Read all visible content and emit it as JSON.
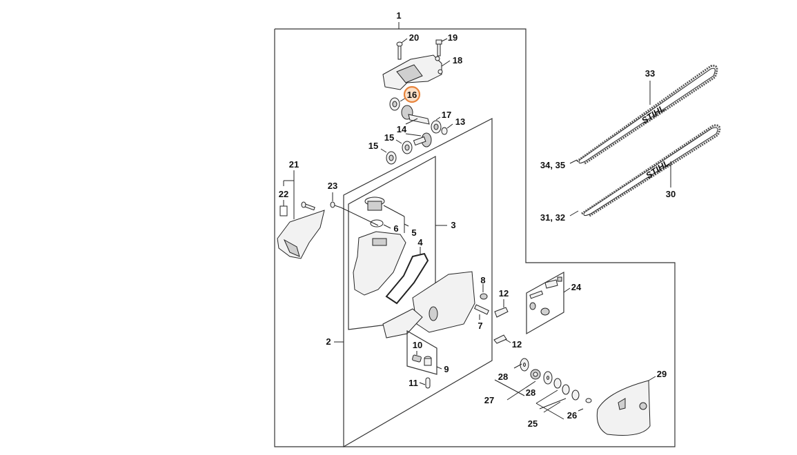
{
  "diagram": {
    "title": "Exploded parts diagram – pole saw gear head",
    "highlight_color": "#e8833a",
    "highlighted_part": "16",
    "brand_logo_text": "STIHL",
    "labels": {
      "p1": "1",
      "p2": "2",
      "p3": "3",
      "p4": "4",
      "p5": "5",
      "p6": "6",
      "p7": "7",
      "p8": "8",
      "p9": "9",
      "p10": "10",
      "p11": "11",
      "p12a": "12",
      "p12b": "12",
      "p13": "13",
      "p14": "14",
      "p15a": "15",
      "p15b": "15",
      "p16": "16",
      "p17": "17",
      "p18": "18",
      "p19": "19",
      "p20": "20",
      "p21": "21",
      "p22": "22",
      "p23": "23",
      "p24": "24",
      "p25": "25",
      "p26": "26",
      "p27": "27",
      "p28a": "28",
      "p28b": "28",
      "p29": "29",
      "p30": "30",
      "p31_32": "31, 32",
      "p33": "33",
      "p34_35": "34, 35"
    }
  }
}
